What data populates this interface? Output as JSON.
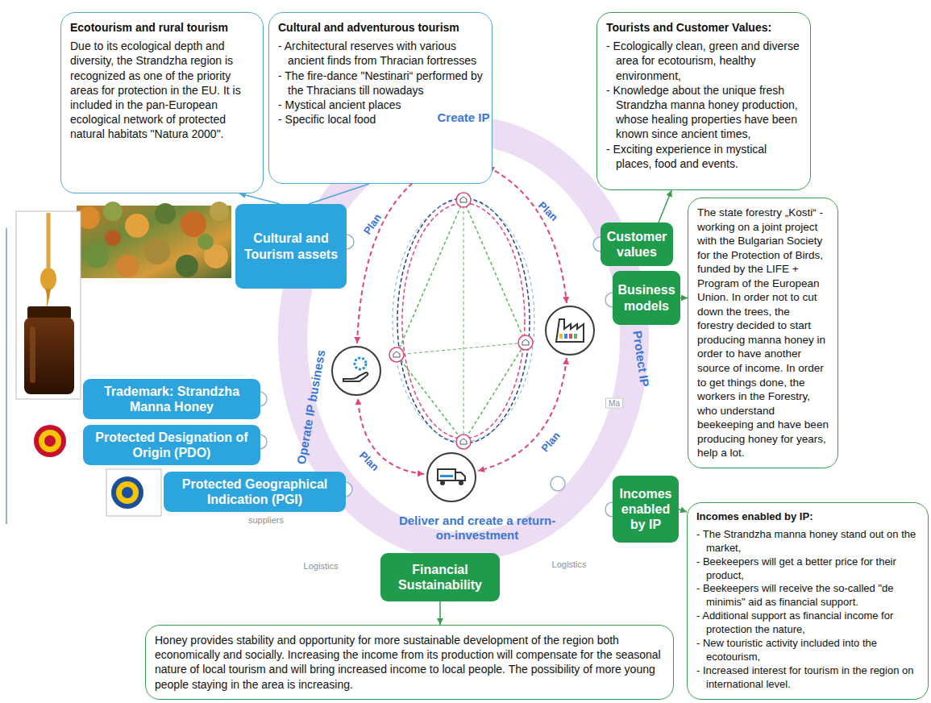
{
  "diagram": {
    "nodes": [
      {
        "text": [
          "Ecotourism and rural tourism",
          "Due to its ecological depth and diversity, the Strandzha region is recognized as one of the priority areas for protection in the EU. It is included in the pan-European ecological network of protected natural habitats \"Natura 2000\"."
        ]
      },
      {
        "text": [
          "Cultural and adventurous tourism",
          "- Architectural reserves with various ancient finds from Thracian fortresses",
          "- The fire-dance \"Nestinari“ performed by the Thracians till nowadays",
          "- Mystical ancient places",
          "- Specific local food"
        ]
      },
      {
        "text": [
          "Tourists and Customer Values:",
          "- Ecologically clean, green and diverse area for ecotourism, healthy environment,",
          "- Knowledge about the unique fresh Strandzha manna honey production, whose healing properties have been known since ancient times,",
          "- Exciting experience in mystical places, food and events."
        ]
      },
      {
        "text": [
          "Cultural and Tourism assets"
        ]
      },
      {
        "text": [
          "Customer values"
        ]
      },
      {
        "text": [
          "Business models"
        ]
      },
      {
        "text": [
          "The state forestry „Kosti“ - working on a joint project with the Bulgarian Society for the Protection of Birds, funded by the LIFE + Program of the European Union. In order not to cut down the trees, the forestry decided to start producing manna honey in order to have another source of income. In order to get things done, the workers in the Forestry, who understand beekeeping and have been producing honey for years, help a lot."
        ]
      },
      {
        "text": [
          "Trademark: Strandzha Manna Honey"
        ]
      },
      {
        "text": [
          "Protected Designation of Origin (PDO)"
        ]
      },
      {
        "text": [
          "Protected Geographical Indication (PGI)"
        ]
      },
      {
        "text": [
          "Incomes enabled by IP"
        ]
      },
      {
        "text": [
          "Incomes enabled by IP:",
          "- The Strandzha manna honey stand out on the market,",
          "- Beekeepers will get a better price for their product,",
          "- Beekeepers will receive the so-called \"de minimis\" aid as financial support.",
          "- Additional support as financial income for protection the nature,",
          "- New touristic activity included into the ecotourism,",
          "- Increased interest for tourism in the region on international level."
        ]
      },
      {
        "text": [
          "Financial Sustainability"
        ]
      },
      {
        "text": [
          "Honey provides stability and opportunity for more sustainable development of the region both economically and socially. Increasing the income from its production will compensate for the seasonal nature of local tourism and will bring increased income to local people. The possibility of more young people staying in the area is increasing."
        ]
      }
    ],
    "edges": [
      {
        "from": 3,
        "to": 0,
        "arrow": "to"
      },
      {
        "from": 3,
        "to": 1,
        "arrow": "none"
      },
      {
        "from": 4,
        "to": 2,
        "arrow": "to"
      },
      {
        "from": 5,
        "to": 6,
        "arrow": "to"
      },
      {
        "from": 10,
        "to": 11,
        "arrow": "to"
      },
      {
        "from": 12,
        "to": 13,
        "arrow": "to"
      }
    ],
    "labels": [
      "Create IP",
      "Plan",
      "Protect IP",
      "Plan",
      "Deliver and create a return-on-investment",
      "Plan",
      "Operate IP business",
      "Plan",
      "suppliers",
      "Logistics",
      "Logistics",
      "Ma"
    ]
  }
}
